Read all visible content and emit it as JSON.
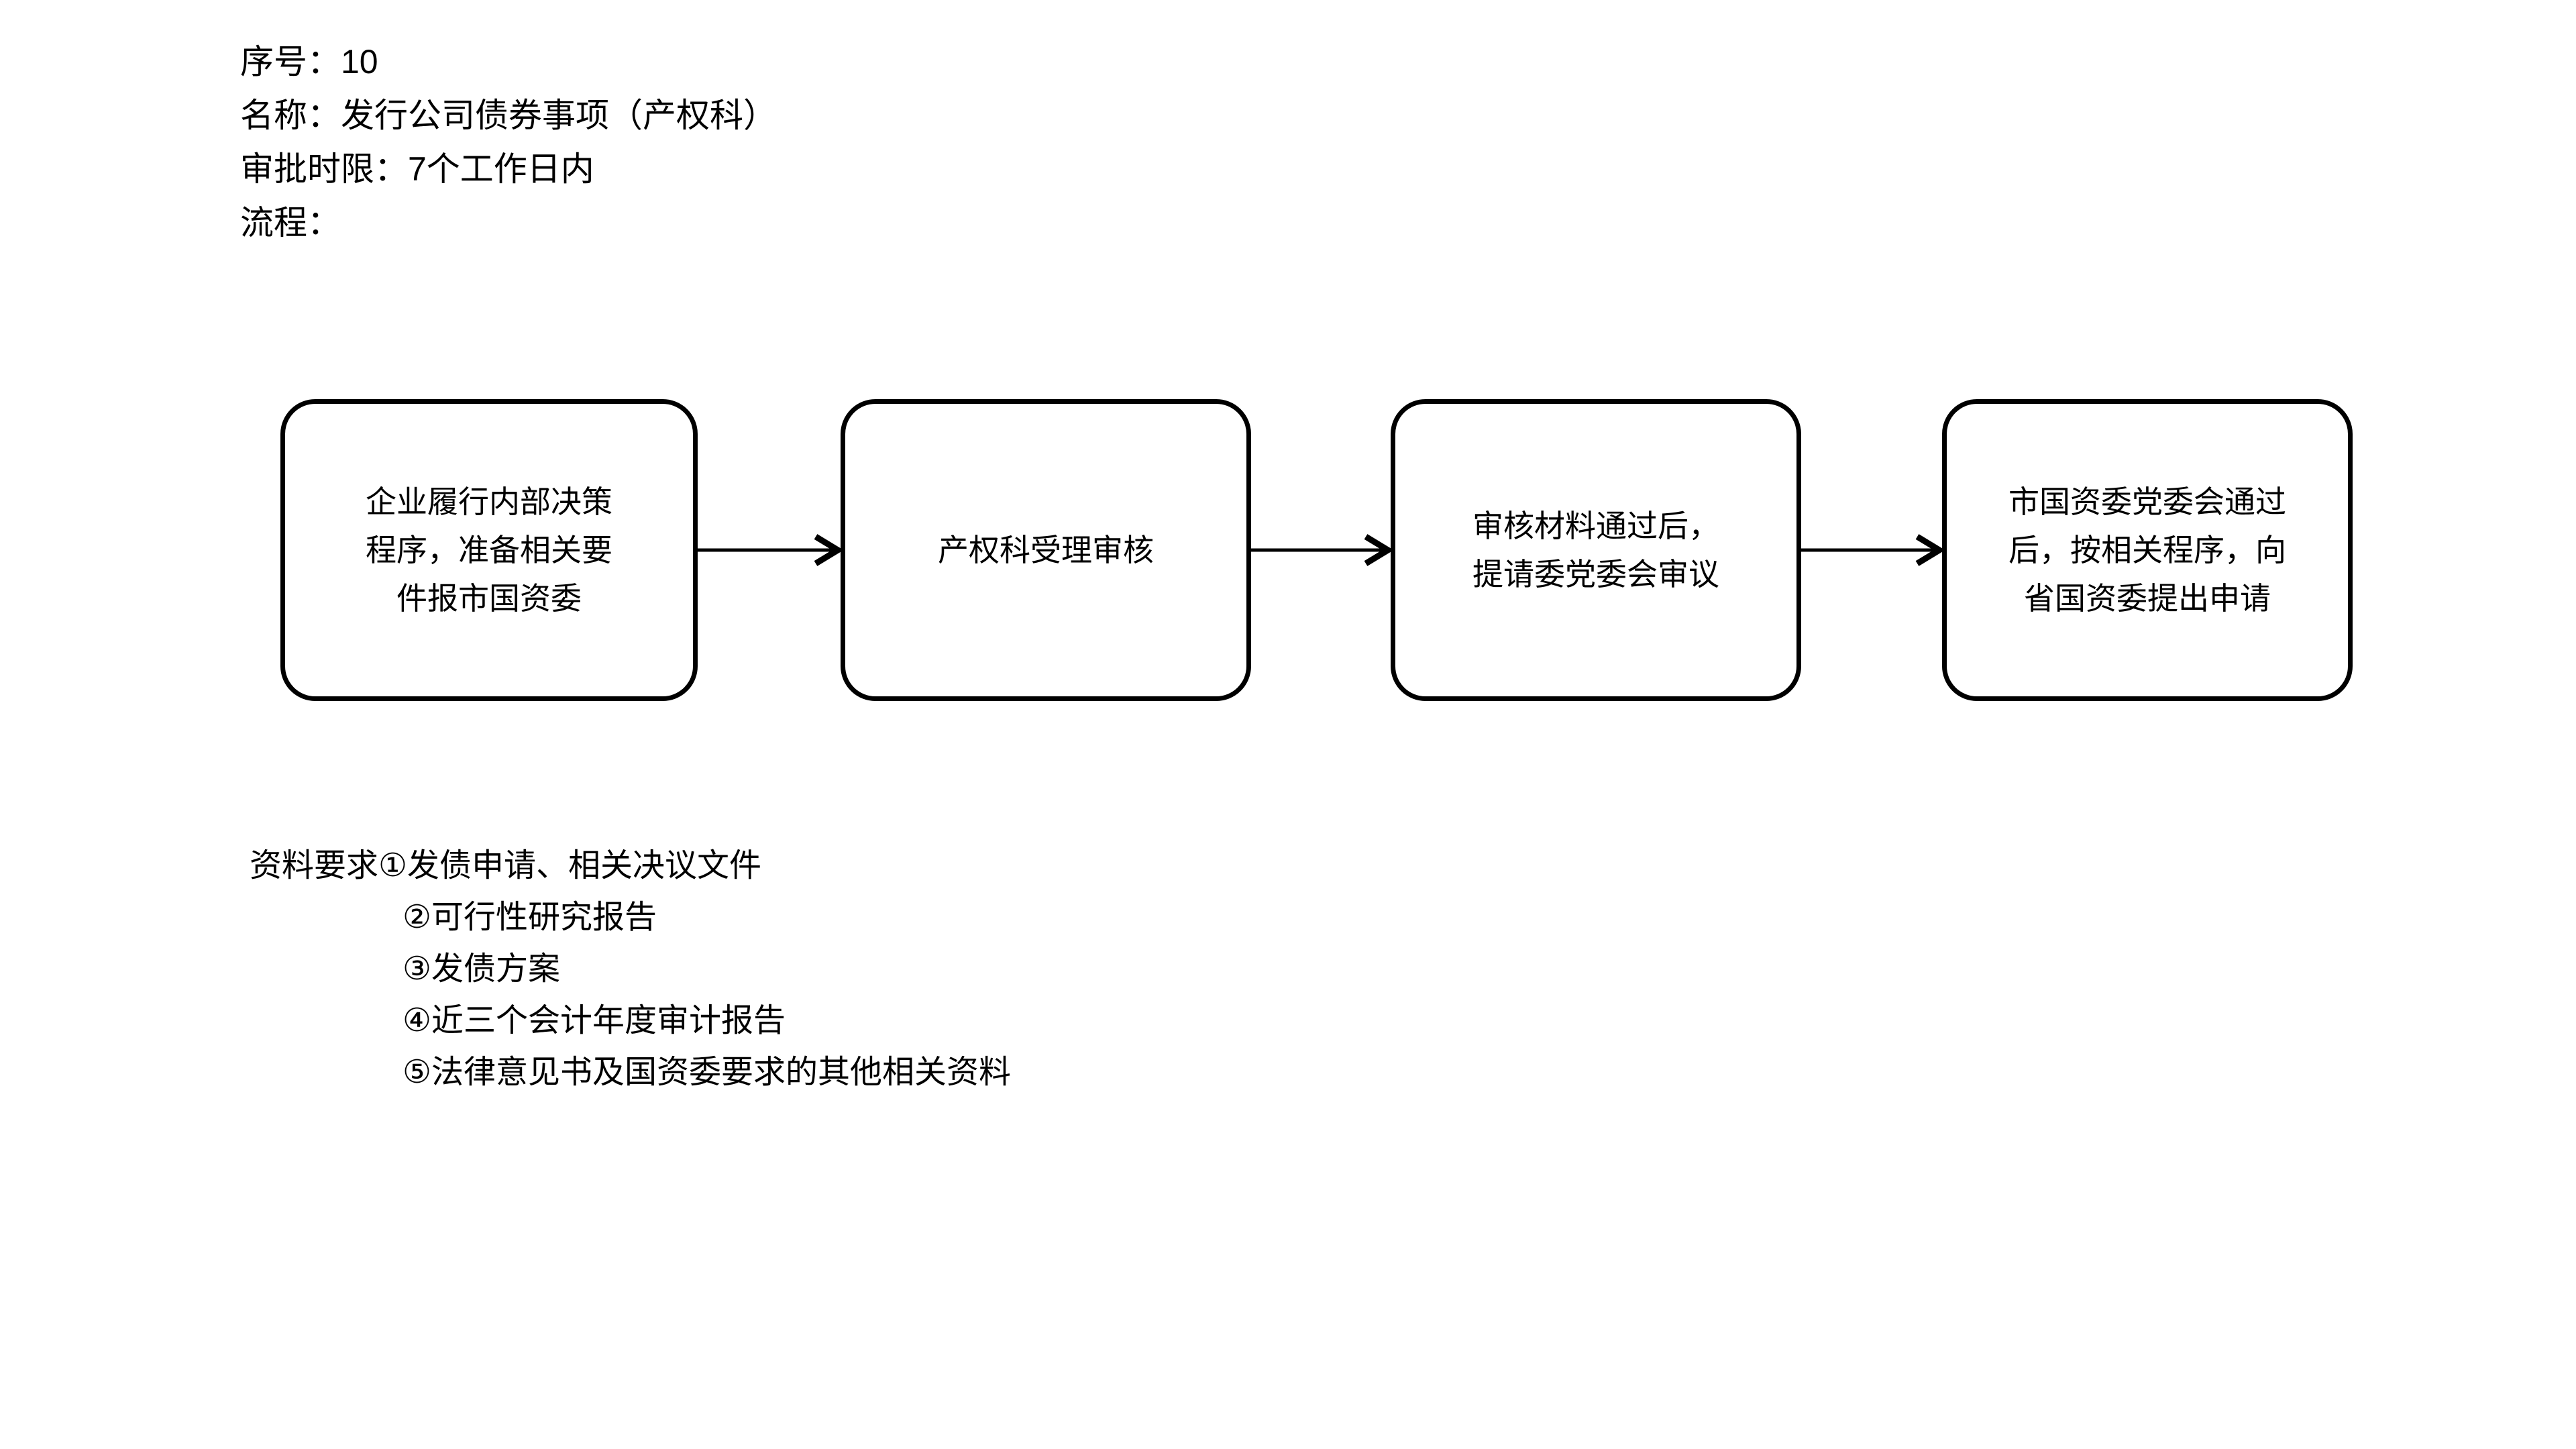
{
  "header": {
    "lines": [
      "序号：10",
      "名称：发行公司债券事项（产权科）",
      "审批时限：7个工作日内",
      "流程："
    ],
    "serial_label": "序号：",
    "serial_value": "10",
    "name_label": "名称：",
    "name_value": "发行公司债券事项（产权科）",
    "deadline_label": "审批时限：",
    "deadline_value": "7个工作日内",
    "process_label": "流程："
  },
  "flow": {
    "nodes": [
      {
        "id": "node-1",
        "text": "企业履行内部决策\n程序，准备相关要\n件报市国资委",
        "align": "center"
      },
      {
        "id": "node-2",
        "text": "产权科受理审核",
        "align": "center"
      },
      {
        "id": "node-3",
        "text": "审核材料通过后，\n提请委党委会审议",
        "align": "left"
      },
      {
        "id": "node-4",
        "text": "市国资委党委会通过\n后，按相关程序，向\n省国资委提出申请",
        "align": "center"
      }
    ],
    "connectors": [
      {
        "id": "connector-1",
        "from": "node-1",
        "to": "node-2",
        "direction": "right"
      },
      {
        "id": "connector-2",
        "from": "node-2",
        "to": "node-3",
        "direction": "right"
      },
      {
        "id": "connector-3",
        "from": "node-3",
        "to": "node-4",
        "direction": "right"
      }
    ]
  },
  "requirements": {
    "heading": "资料要求①发债申请、相关决议文件",
    "items": [
      "②可行性研究报告",
      "③发债方案",
      "④近三个会计年度审计报告",
      "⑤法律意见书及国资委要求的其他相关资料"
    ]
  },
  "colors": {
    "background": "#ffffff",
    "stroke": "#000000",
    "text": "#000000"
  }
}
